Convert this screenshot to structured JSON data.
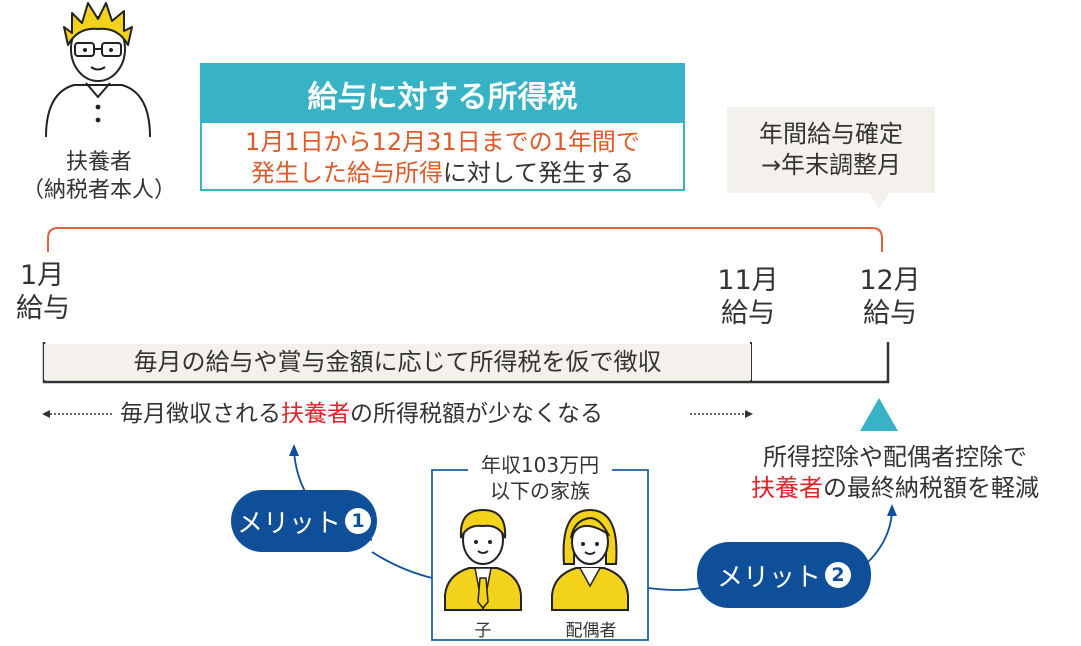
{
  "taxpayer": {
    "label": "扶養者",
    "sublabel": "（納税者本人）"
  },
  "title_box": {
    "heading": "給与に対する所得税",
    "line1": "1月1日から12月31日までの1年間で",
    "line2_highlight": "発生した給与所得",
    "line2_rest": "に対して発生する"
  },
  "callout": {
    "line1": "年間給与確定",
    "line2": "→年末調整月"
  },
  "timeline": {
    "jan_num": "1月",
    "jan_label": "給与",
    "nov_num": "11月",
    "nov_label": "給与",
    "dec_num": "12月",
    "dec_label": "給与",
    "withholding_text": "毎月の給与や賞与金額に応じて所得税を仮で徴収",
    "reduction_pre": "毎月徴収される",
    "reduction_highlight": "扶養者",
    "reduction_post": "の所得税額が少なくなる"
  },
  "year_end": {
    "line1": "所得控除や配偶者控除で",
    "line2_highlight": "扶養者",
    "line2_rest": "の最終納税額を軽減"
  },
  "family": {
    "title_line1": "年収103万円",
    "title_line2": "以下の家族",
    "child_label": "子",
    "spouse_label": "配偶者"
  },
  "merits": {
    "merit1_label": "メリット",
    "merit1_num": "1",
    "merit2_label": "メリット",
    "merit2_num": "2"
  },
  "colors": {
    "teal": "#38b2c5",
    "orange": "#e05a28",
    "red": "#e2212a",
    "navy": "#0f4f9a",
    "yellow": "#f3d21b"
  }
}
